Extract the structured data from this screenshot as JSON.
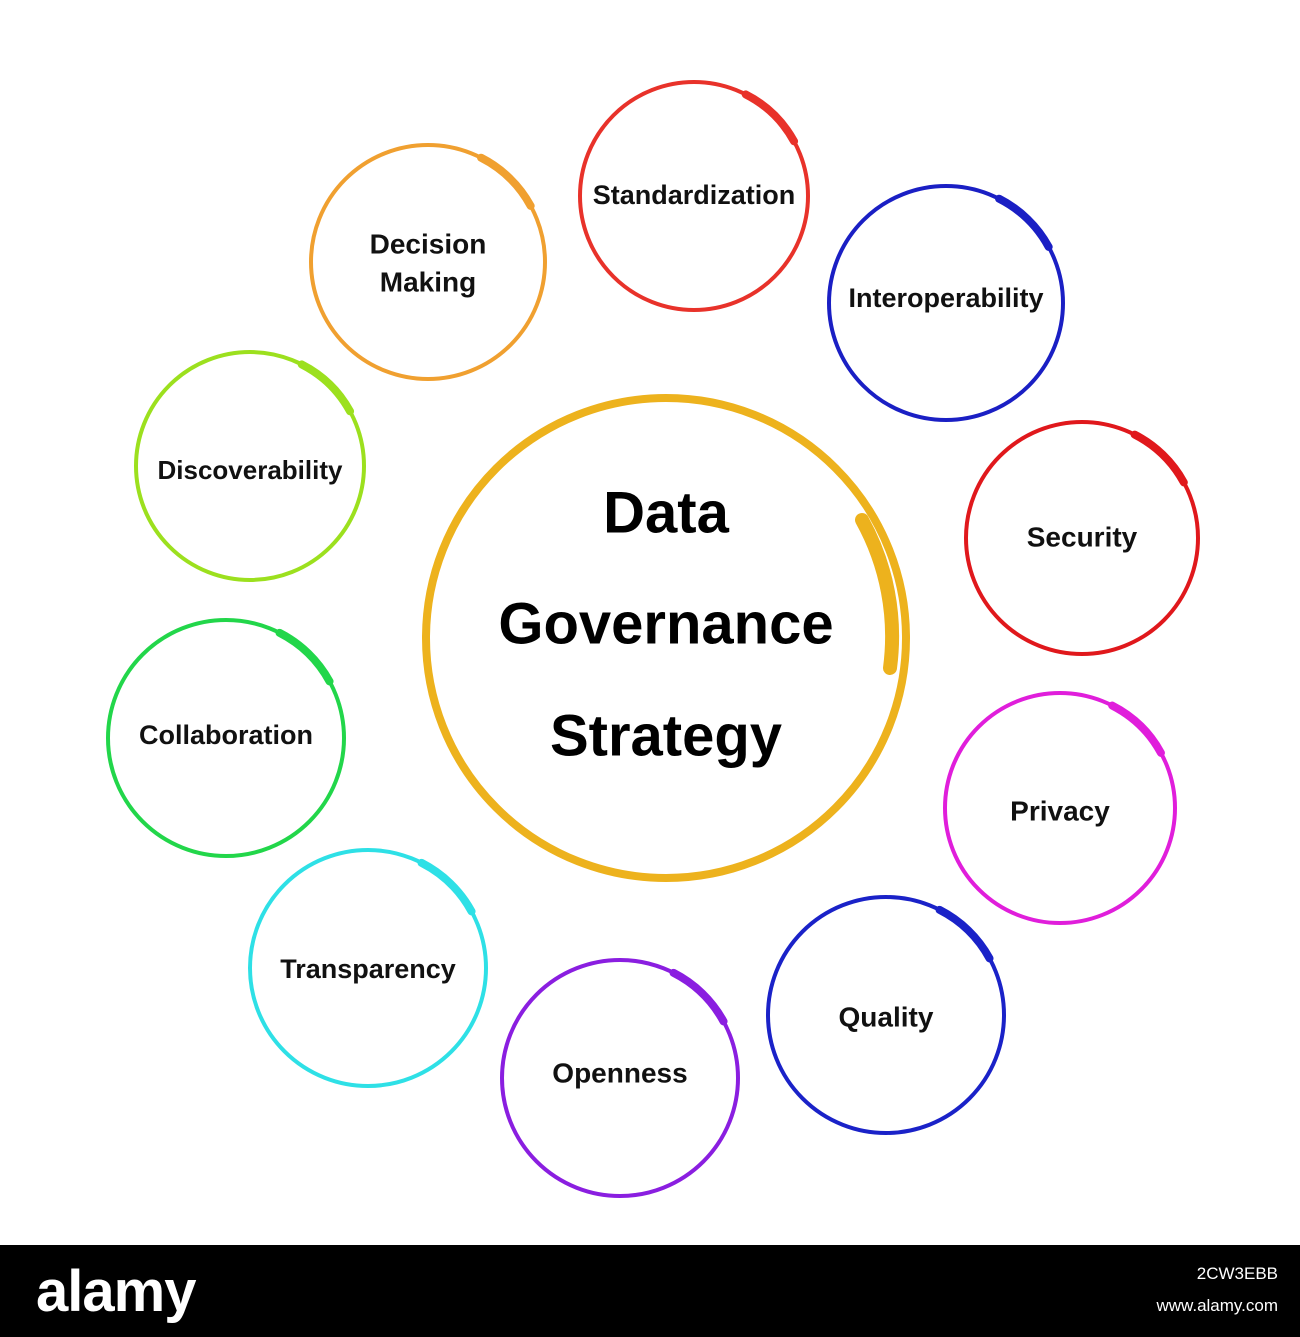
{
  "center": {
    "lines": [
      "Data",
      "Governance",
      "Strategy"
    ],
    "color": "#EDB21D"
  },
  "nodes": [
    {
      "id": "standardization",
      "lines": [
        "Standardization"
      ],
      "color": "#E8322A"
    },
    {
      "id": "interoperability",
      "lines": [
        "Interoperability"
      ],
      "color": "#1A1FC4"
    },
    {
      "id": "security",
      "lines": [
        "Security"
      ],
      "color": "#E0181C"
    },
    {
      "id": "privacy",
      "lines": [
        "Privacy"
      ],
      "color": "#E01EDB"
    },
    {
      "id": "quality",
      "lines": [
        "Quality"
      ],
      "color": "#1A22C8"
    },
    {
      "id": "openness",
      "lines": [
        "Openness"
      ],
      "color": "#8A1EE0"
    },
    {
      "id": "transparency",
      "lines": [
        "Transparency"
      ],
      "color": "#2EE0E6"
    },
    {
      "id": "collaboration",
      "lines": [
        "Collaboration"
      ],
      "color": "#22D64A"
    },
    {
      "id": "discoverability",
      "lines": [
        "Discoverability"
      ],
      "color": "#9CE01E"
    },
    {
      "id": "decision-making",
      "lines": [
        "Decision",
        "Making"
      ],
      "color": "#F0A030"
    }
  ],
  "footer": {
    "brand": "alamy",
    "image_id": "2CW3EBB",
    "site": "www.alamy.com"
  }
}
